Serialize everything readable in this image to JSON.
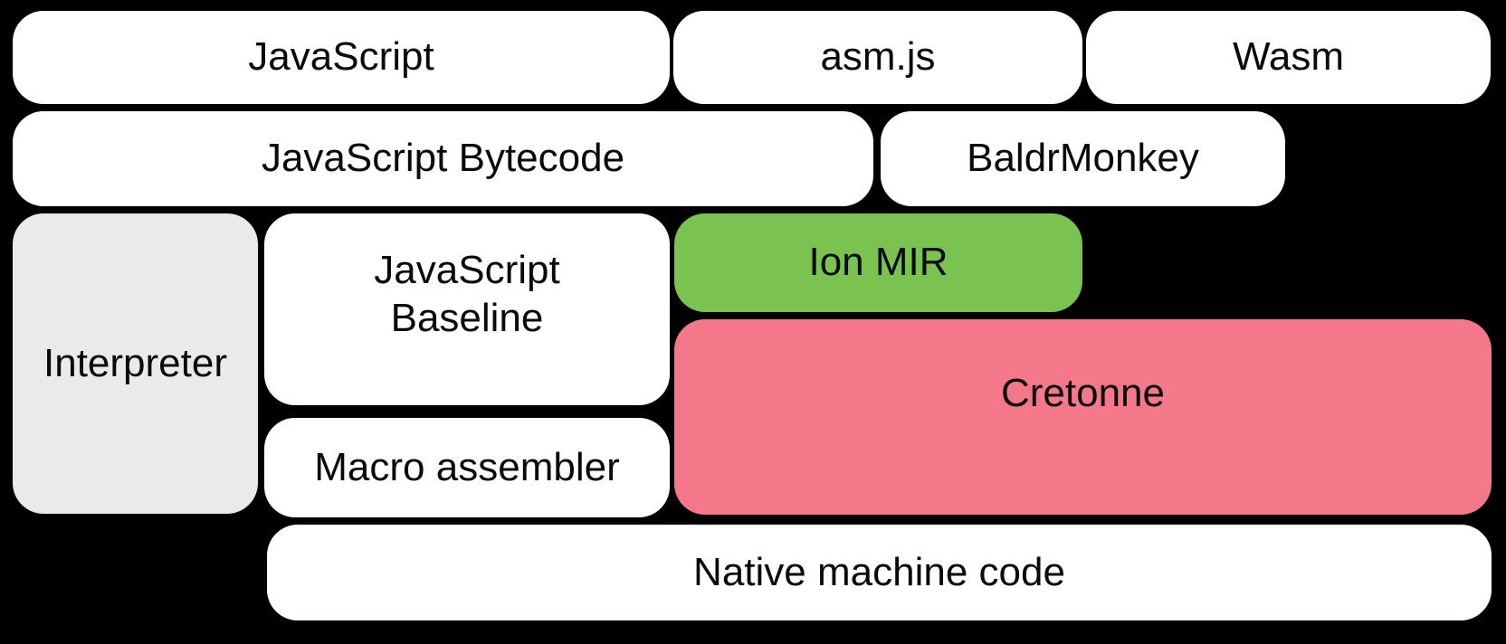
{
  "diagram": {
    "title": "SpiderMonkey compilation pipeline diagram",
    "background_color": "#000000",
    "text_color": "#0a0a0a",
    "colors": {
      "default_box": "#ffffff",
      "interpreter_box": "#eaeaea",
      "ion_mir_box": "#7ac351",
      "cretonne_box": "#f5788a"
    },
    "boxes": [
      {
        "id": "javascript",
        "label": "JavaScript"
      },
      {
        "id": "asmjs",
        "label": "asm.js"
      },
      {
        "id": "wasm",
        "label": "Wasm"
      },
      {
        "id": "bytecode",
        "label": "JavaScript Bytecode"
      },
      {
        "id": "baldrmonkey",
        "label": "BaldrMonkey"
      },
      {
        "id": "interpreter",
        "label": "Interpreter"
      },
      {
        "id": "baseline",
        "label": "JavaScript\nBaseline"
      },
      {
        "id": "ionmir",
        "label": "Ion MIR"
      },
      {
        "id": "cretonne",
        "label": "Cretonne"
      },
      {
        "id": "macro",
        "label": "Macro assembler"
      },
      {
        "id": "native",
        "label": "Native machine code"
      }
    ]
  }
}
